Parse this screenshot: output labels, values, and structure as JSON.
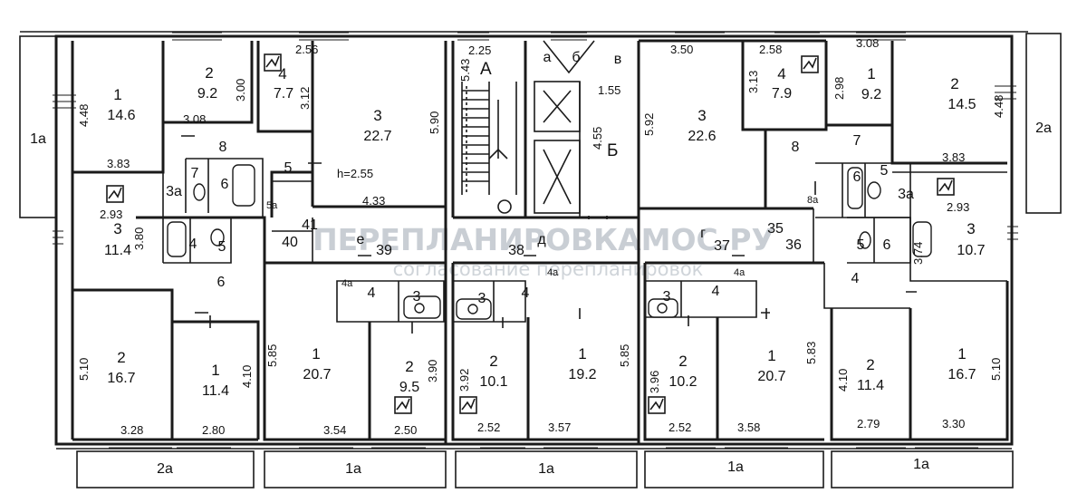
{
  "watermark": {
    "site": "ПЕРЕПЛАНИРОВКАМОС.РУ",
    "tagline": "согласование перепланировок"
  },
  "balconies": [
    "1а",
    "2а",
    "2а",
    "1а",
    "1а",
    "1а",
    "1а"
  ],
  "stair": {
    "a": "А",
    "b": "Б",
    "c": "а",
    "d": "б",
    "e": "в",
    "w1": "2.25",
    "h1": "5.43",
    "d1": "1.55",
    "d2": "4.55"
  },
  "corridor": {
    "e": "е",
    "d": "д",
    "g": "г",
    "n41": "41",
    "n40": "40",
    "n39": "39",
    "n38": "38",
    "n37": "37",
    "n35": "35",
    "n36": "36"
  },
  "apt_tl": {
    "r1": {
      "n": "1",
      "a": "14.6"
    },
    "r2": {
      "n": "2",
      "a": "9.2"
    },
    "r3k": {
      "n": "3",
      "a": "11.4"
    },
    "r4": {
      "n": "4",
      "a": "7.7"
    },
    "r3": {
      "n": "3",
      "a": "22.7"
    },
    "h": "h=2.55",
    "n8": "8",
    "n5": "5",
    "n6": "6",
    "n7": "7",
    "n3a": "3а",
    "n4": "4",
    "n5b": "5",
    "n5a": "5а",
    "n6b": "6",
    "d448": "4.48",
    "d383": "3.83",
    "d308": "3.08",
    "d300": "3.00",
    "d256": "2.56",
    "d312": "3.12",
    "d590": "5.90",
    "d433": "4.33",
    "d293": "2.93",
    "d380": "3.80"
  },
  "apt_bl": {
    "r2": {
      "n": "2",
      "a": "16.7"
    },
    "r1": {
      "n": "1",
      "a": "11.4"
    },
    "d510": "5.10",
    "d410": "4.10",
    "d328": "3.28",
    "d280": "2.80"
  },
  "apt_bc1": {
    "r1": {
      "n": "1",
      "a": "20.7"
    },
    "r2": {
      "n": "2",
      "a": "9.5"
    },
    "n4": "4",
    "n3": "3",
    "n4a": "4а",
    "d585": "5.85",
    "d390": "3.90",
    "d354": "3.54",
    "d250": "2.50"
  },
  "apt_bc2": {
    "r2": {
      "n": "2",
      "a": "10.1"
    },
    "r1": {
      "n": "1",
      "a": "19.2"
    },
    "n3": "3",
    "n4": "4",
    "n4a": "4а",
    "d392": "3.92",
    "d585": "5.85",
    "d252": "2.52",
    "d357": "3.57"
  },
  "apt_bc3": {
    "r2": {
      "n": "2",
      "a": "10.2"
    },
    "r1": {
      "n": "1",
      "a": "20.7"
    },
    "n3": "3",
    "n4": "4",
    "n4a": "4а",
    "d396": "3.96",
    "d583": "5.83",
    "d252": "2.52",
    "d358": "3.58"
  },
  "apt_tr": {
    "r3": {
      "n": "3",
      "a": "22.6"
    },
    "r4": {
      "n": "4",
      "a": "7.9"
    },
    "r1": {
      "n": "1",
      "a": "9.2"
    },
    "r2": {
      "n": "2",
      "a": "14.5"
    },
    "r3k": {
      "n": "3",
      "a": "10.7"
    },
    "n8": "8",
    "n7": "7",
    "n6": "6",
    "n5": "5",
    "n3a": "3а",
    "n4": "4",
    "n5b": "5",
    "n6b": "6",
    "n8a": "8а",
    "d350": "3.50",
    "d592": "5.92",
    "d258": "2.58",
    "d313": "3.13",
    "d308": "3.08",
    "d298": "2.98",
    "d448": "4.48",
    "d383": "3.83",
    "d293": "2.93",
    "d374": "3.74"
  },
  "apt_br": {
    "r2": {
      "n": "2",
      "a": "11.4"
    },
    "r1": {
      "n": "1",
      "a": "16.7"
    },
    "d410": "4.10",
    "d510": "5.10",
    "d279": "2.79",
    "d330": "3.30"
  }
}
